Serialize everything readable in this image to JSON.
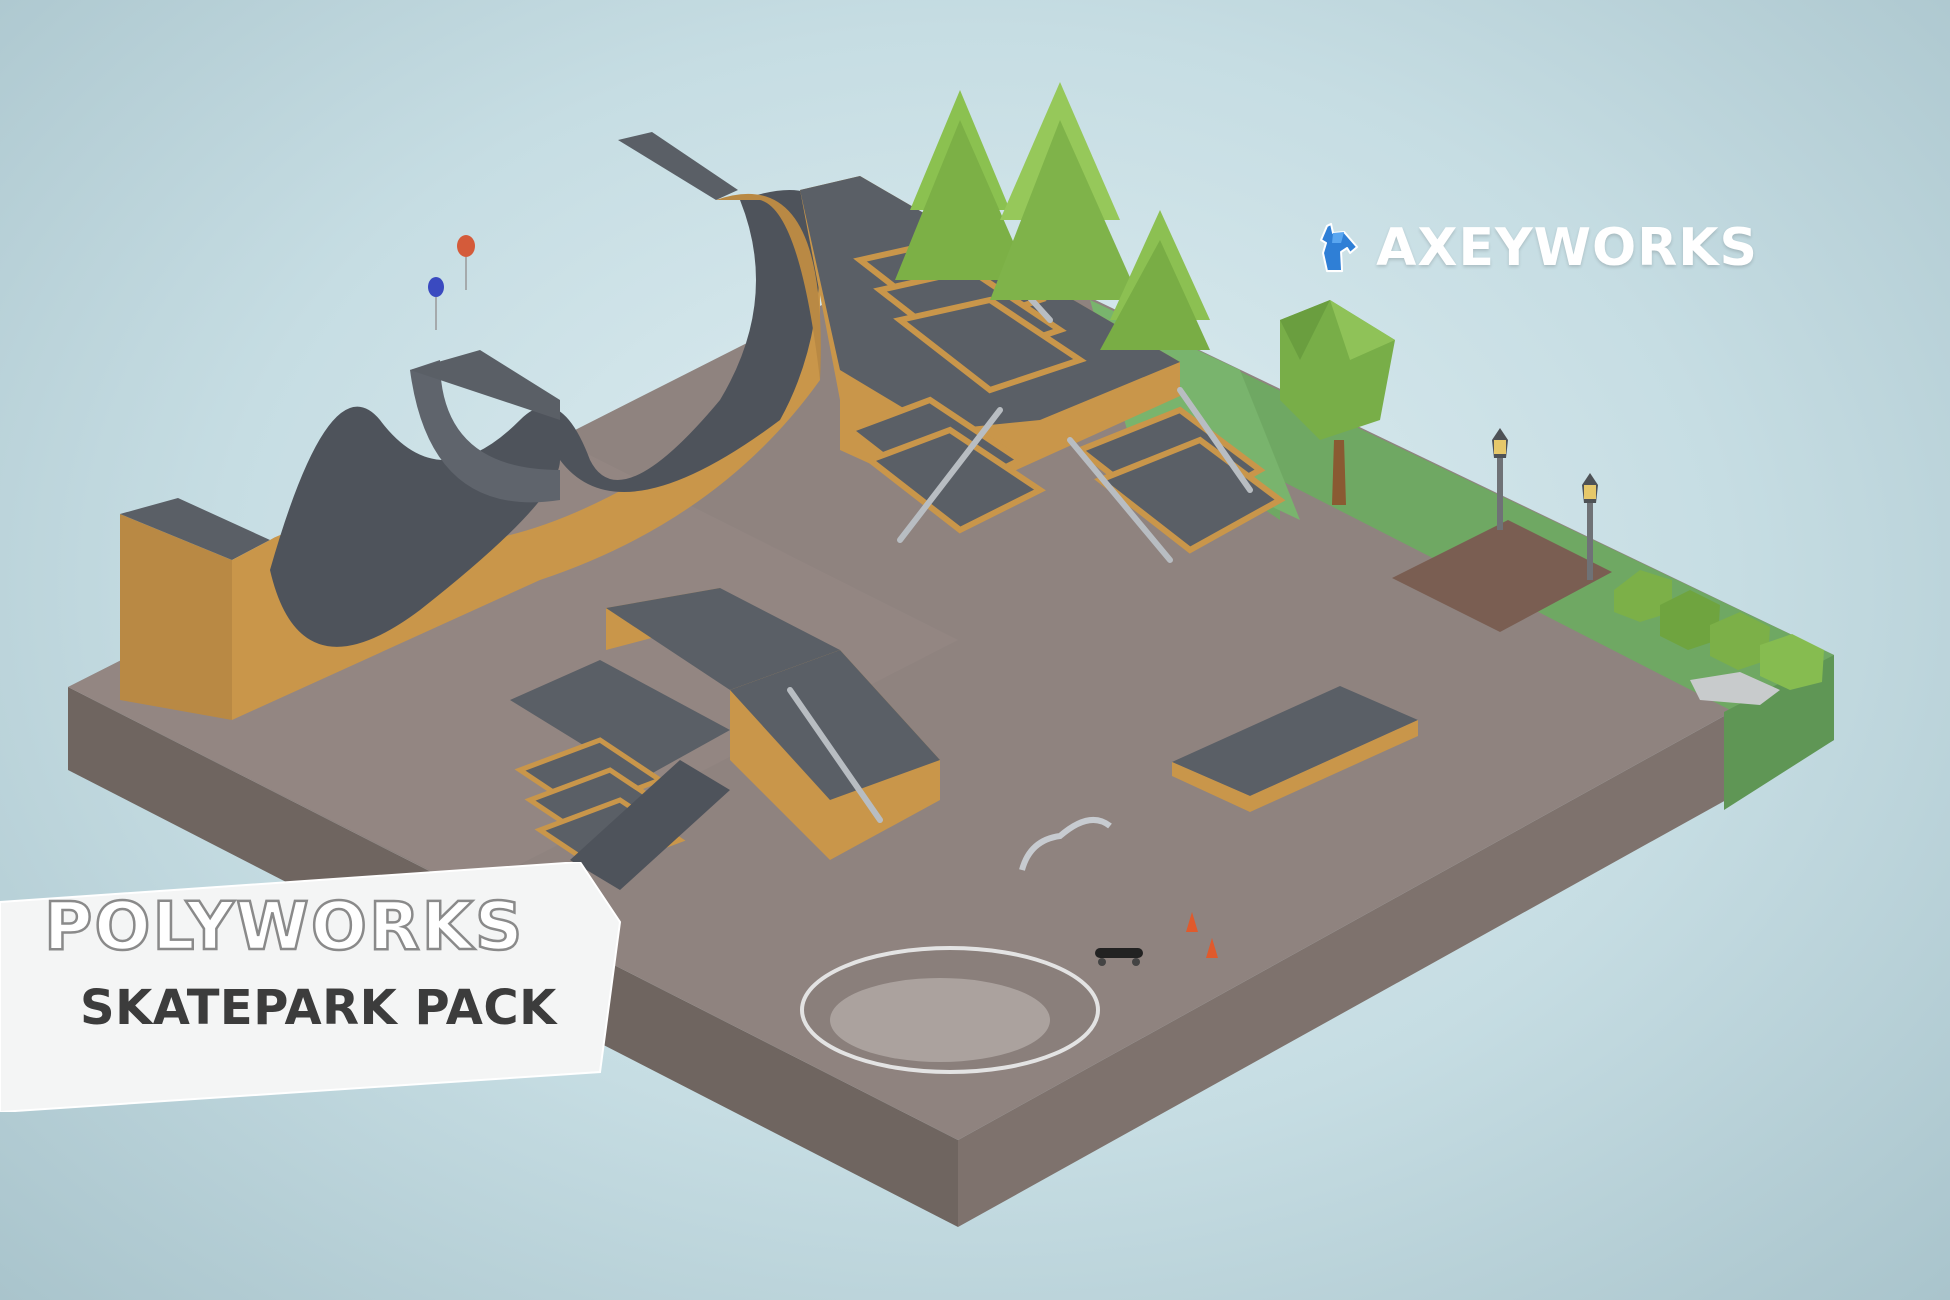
{
  "brand": {
    "name": "AXEYWORKS",
    "icon": "horse-head-icon",
    "color": "#2f7fd6"
  },
  "banner": {
    "title": "POLYWORKS",
    "subtitle": "SKATEPARK PACK"
  },
  "colors": {
    "ground": "#8f837f",
    "wood": "#c9964a",
    "ramp_surface": "#5c6068",
    "grass": "#7cb868",
    "dirt": "#7a5e52"
  }
}
